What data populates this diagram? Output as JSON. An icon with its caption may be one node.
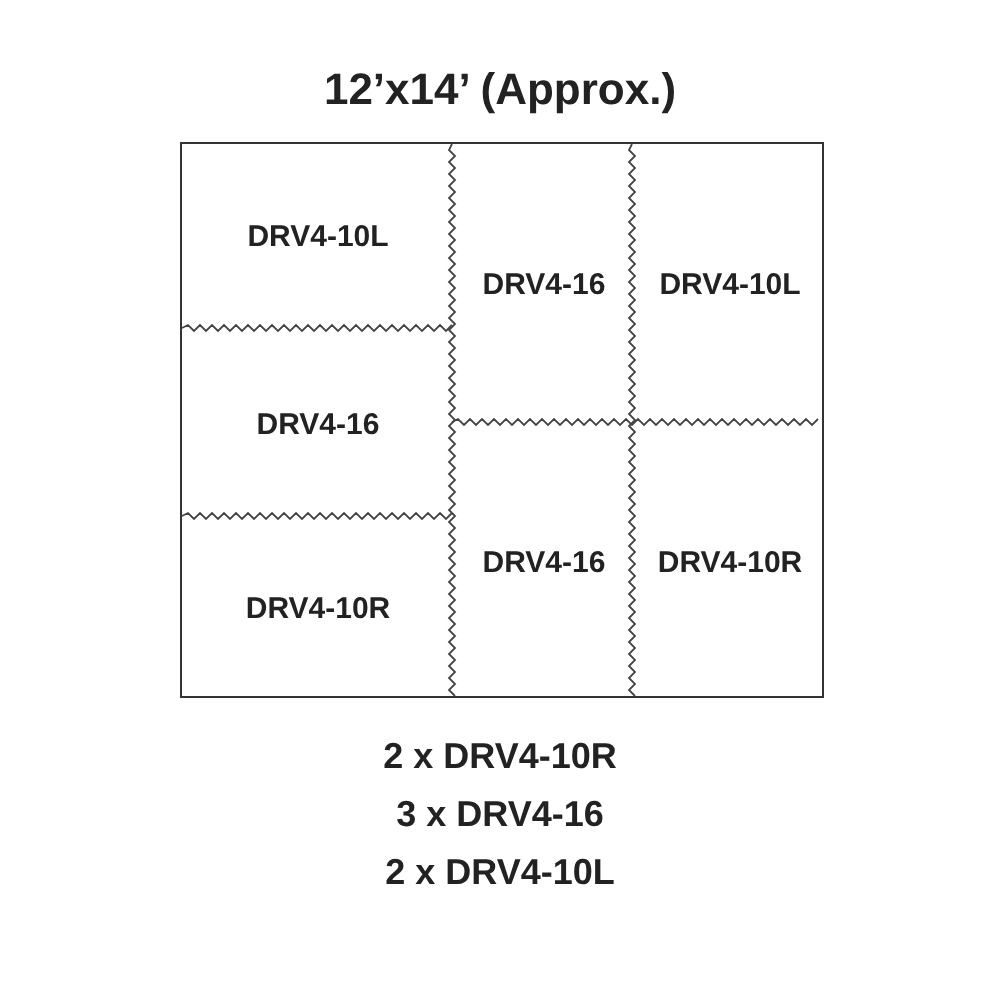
{
  "diagram": {
    "title": "12’x14’ (Approx.)",
    "nodes": [
      {
        "text": [],
        "shape": "box"
      },
      {
        "text": [
          "DRV4-10L"
        ],
        "in": 0
      },
      {
        "text": [
          "DRV4-16"
        ],
        "in": 0
      },
      {
        "text": [
          "DRV4-10L"
        ],
        "in": 0
      },
      {
        "text": [
          "DRV4-16"
        ],
        "in": 0
      },
      {
        "text": [
          "DRV4-16"
        ],
        "in": 0
      },
      {
        "text": [
          "DRV4-10R"
        ],
        "in": 0
      },
      {
        "text": [
          "DRV4-10R"
        ],
        "in": 0
      }
    ],
    "labels": [
      "2 x DRV4-10R",
      "3 x DRV4-16",
      "2 x DRV4-10L"
    ]
  }
}
